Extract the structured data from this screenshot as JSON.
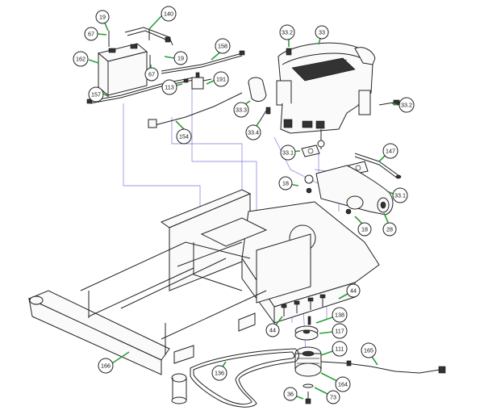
{
  "callouts": [
    {
      "label": "19"
    },
    {
      "label": "140"
    },
    {
      "label": "67"
    },
    {
      "label": "162"
    },
    {
      "label": "19"
    },
    {
      "label": "67"
    },
    {
      "label": "113"
    },
    {
      "label": "158"
    },
    {
      "label": "191"
    },
    {
      "label": "157"
    },
    {
      "label": "154"
    },
    {
      "label": "33.2"
    },
    {
      "label": "33"
    },
    {
      "label": "33.3"
    },
    {
      "label": "33.4"
    },
    {
      "label": "33.2"
    },
    {
      "label": "33.1"
    },
    {
      "label": "147"
    },
    {
      "label": "18"
    },
    {
      "label": "33.1"
    },
    {
      "label": "18"
    },
    {
      "label": "28"
    },
    {
      "label": "44"
    },
    {
      "label": "138"
    },
    {
      "label": "44"
    },
    {
      "label": "117"
    },
    {
      "label": "111"
    },
    {
      "label": "165"
    },
    {
      "label": "166"
    },
    {
      "label": "136"
    },
    {
      "label": "164"
    },
    {
      "label": "36"
    },
    {
      "label": "73"
    }
  ]
}
